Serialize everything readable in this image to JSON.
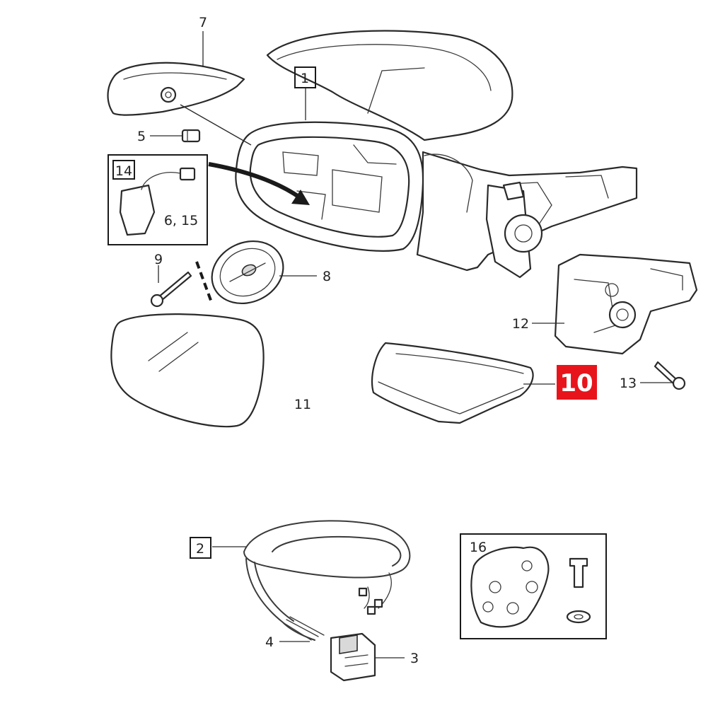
{
  "callouts": {
    "c1": "1",
    "c2": "2",
    "c3": "3",
    "c4": "4",
    "c5": "5",
    "c6_15": "6, 15",
    "c7": "7",
    "c8": "8",
    "c9": "9",
    "c10": "10",
    "c11": "11",
    "c12": "12",
    "c13": "13",
    "c14": "14",
    "c16": "16"
  },
  "colors": {
    "highlight": "#e8141c",
    "line": "#2a2a2a",
    "background": "#ffffff"
  }
}
